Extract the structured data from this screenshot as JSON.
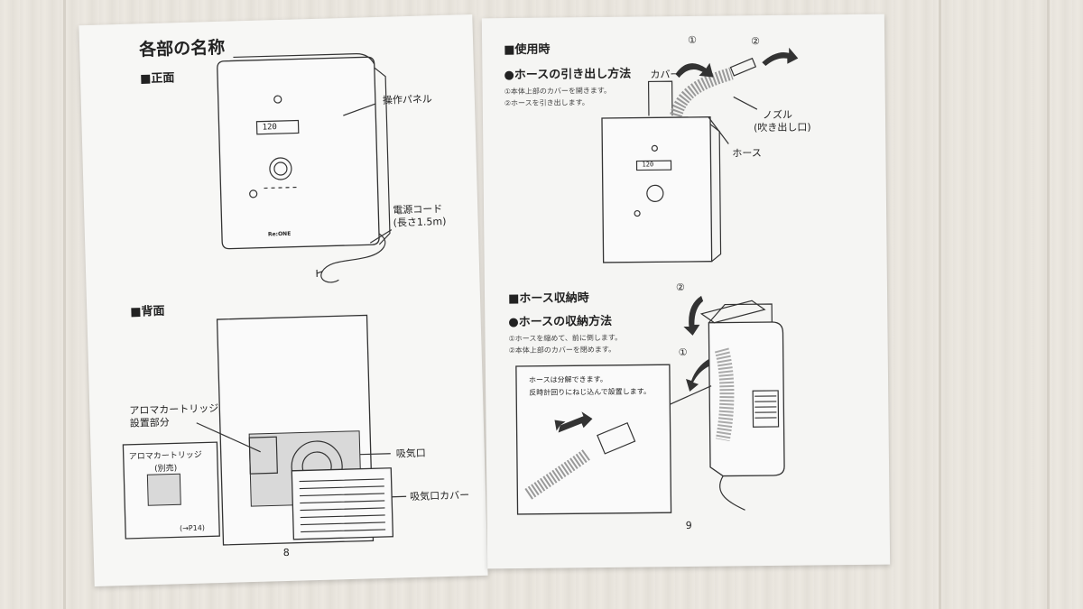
{
  "left_page": {
    "title": "各部の名称",
    "front_heading": "■正面",
    "front_labels": {
      "panel": "操作パネル",
      "cord_line1": "電源コード",
      "cord_line2": "(長さ1.5m)",
      "display": "120",
      "brand": "Re:ONE"
    },
    "back_heading": "■背面",
    "back_labels": {
      "aroma_install_line1": "アロマカートリッジ",
      "aroma_install_line2": "設置部分",
      "intake": "吸気口",
      "intake_cover": "吸気口カバー"
    },
    "aroma_box": {
      "title": "アロマカートリッジ",
      "subtitle": "(別売)",
      "ref": "(→P14)"
    },
    "page_number": "8"
  },
  "right_page": {
    "use_heading": "■使用時",
    "pull_heading": "●ホースの引き出し方法",
    "pull_steps": [
      "①本体上部のカバーを開きます。",
      "②ホースを引き出します。"
    ],
    "pull_labels": {
      "cover": "カバー",
      "nozzle_line1": "ノズル",
      "nozzle_line2": "(吹き出し口)",
      "hose": "ホース",
      "step1": "①",
      "step2": "②",
      "display": "120"
    },
    "store_heading": "■ホース収納時",
    "store_method_heading": "●ホースの収納方法",
    "store_steps": [
      "①ホースを縮めて、前に倒します。",
      "②本体上部のカバーを閉めます。"
    ],
    "inset_text": [
      "ホースは分解できます。",
      "反時計回りにねじ込んで設置します。"
    ],
    "store_labels": {
      "step1": "①",
      "step2": "②"
    },
    "page_number": "9"
  }
}
